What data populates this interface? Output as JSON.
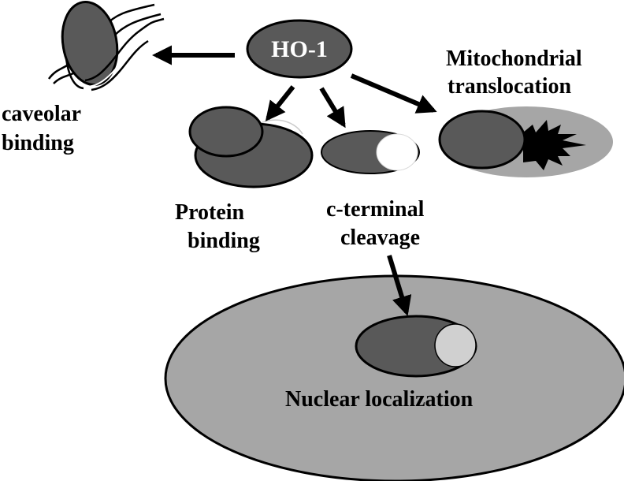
{
  "labels": {
    "center": "HO-1",
    "caveolar_line1": "caveolar",
    "caveolar_line2": "binding",
    "mito_line1": "Mitochondrial",
    "mito_line2": "translocation",
    "protein_line1": "Protein",
    "protein_line2": "binding",
    "cterm_line1": "c-terminal",
    "cterm_line2": "cleavage",
    "nuclear": "Nuclear localization"
  },
  "colors": {
    "protein_fill": "#595959",
    "cell_fill": "#a6a6a6",
    "cleaved_tail": "#d0d0d0",
    "arrow": "#000000",
    "stroke": "#000000"
  }
}
